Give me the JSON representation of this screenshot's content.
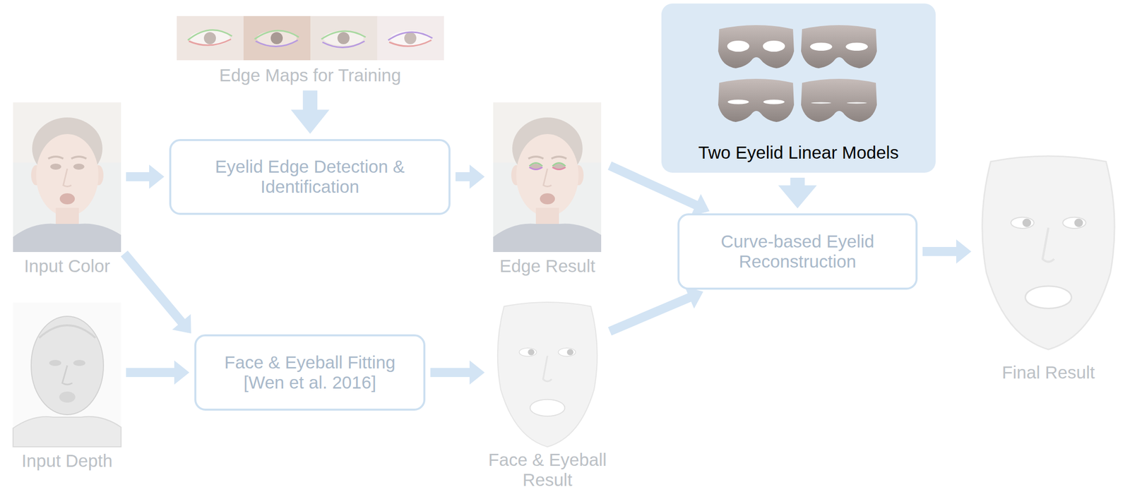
{
  "diagram": {
    "nodes": [
      {
        "text": [
          "Edge Maps for Training"
        ]
      },
      {
        "text": [
          "Input Color"
        ]
      },
      {
        "text": [
          "Eyelid Edge Detection & Identification"
        ]
      },
      {
        "text": [
          "Edge Result"
        ]
      },
      {
        "text": [
          "Two Eyelid Linear Models"
        ]
      },
      {
        "text": [
          "Curve-based Eyelid Reconstruction"
        ]
      },
      {
        "text": [
          "Final Result"
        ]
      },
      {
        "text": [
          "Input Depth"
        ]
      },
      {
        "text": [
          "Face & Eyeball Fitting [Wen et al. 2016]"
        ]
      },
      {
        "text": [
          "Face & Eyeball Result"
        ]
      }
    ],
    "edges": [
      {
        "from": 0,
        "to": 2,
        "arrow": "to"
      },
      {
        "from": 1,
        "to": 2,
        "arrow": "to"
      },
      {
        "from": 1,
        "to": 8,
        "arrow": "to"
      },
      {
        "from": 7,
        "to": 8,
        "arrow": "to"
      },
      {
        "from": 2,
        "to": 3,
        "arrow": "to"
      },
      {
        "from": 8,
        "to": 9,
        "arrow": "to"
      },
      {
        "from": 3,
        "to": 5,
        "arrow": "to"
      },
      {
        "from": 9,
        "to": 5,
        "arrow": "to"
      },
      {
        "from": 4,
        "to": 5,
        "arrow": "to"
      },
      {
        "from": 5,
        "to": 6,
        "arrow": "to"
      }
    ]
  }
}
